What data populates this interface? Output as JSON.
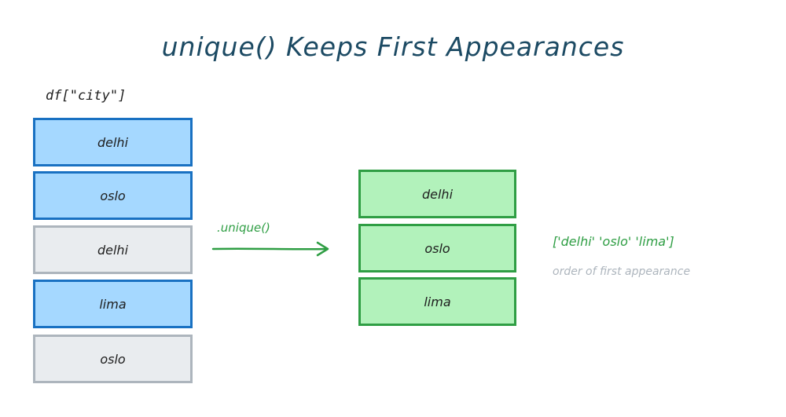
{
  "title": "unique() Keeps First Appearances",
  "source_column": {
    "label": "df[\"city\"]",
    "cells": [
      {
        "value": "delhi",
        "status": "first"
      },
      {
        "value": "oslo",
        "status": "first"
      },
      {
        "value": "delhi",
        "status": "duplicate"
      },
      {
        "value": "lima",
        "status": "first"
      },
      {
        "value": "oslo",
        "status": "duplicate"
      }
    ]
  },
  "operation": {
    "label": ".unique()"
  },
  "result_column": {
    "cells": [
      "delhi",
      "oslo",
      "lima"
    ]
  },
  "result_array": "['delhi' 'oslo' 'lima']",
  "result_note": "order of first appearance",
  "colors": {
    "title": "#1c4a63",
    "first_fill": "#a5d8ff",
    "first_stroke": "#1971c2",
    "duplicate_fill": "#e9ecef",
    "duplicate_stroke": "#adb5bd",
    "result_fill": "#b2f2bb",
    "result_stroke": "#2f9e44",
    "note": "#adb5bd"
  }
}
